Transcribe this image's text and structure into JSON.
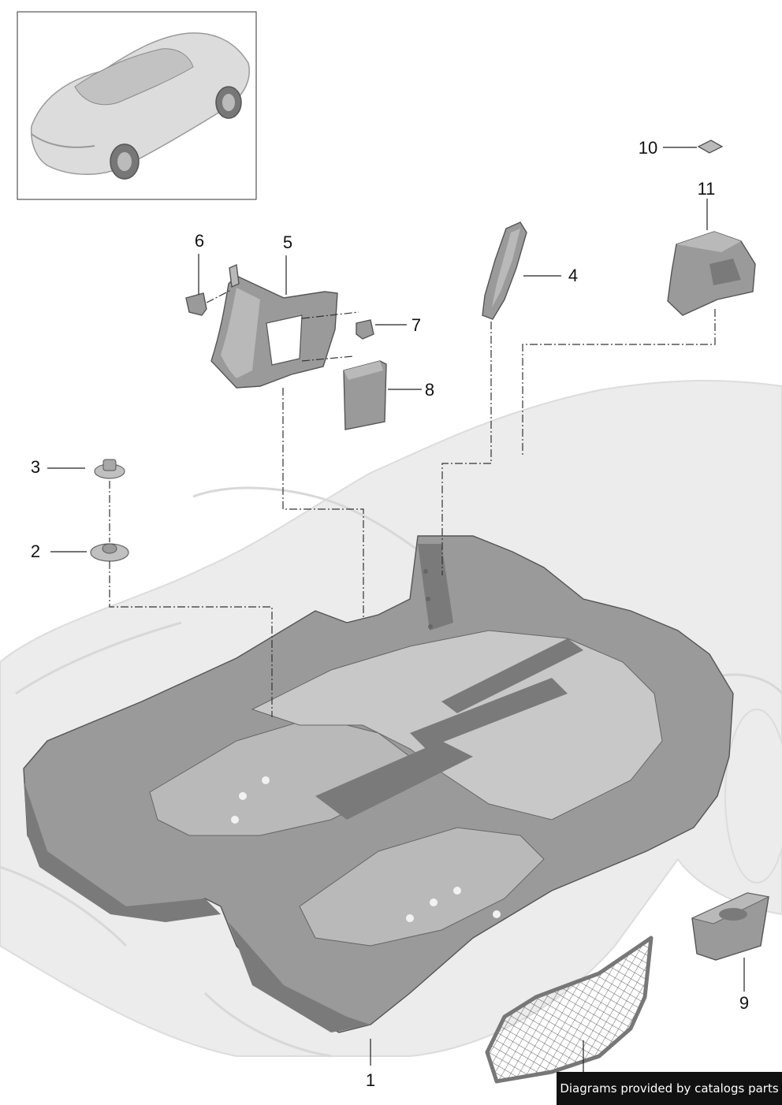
{
  "callouts": {
    "c1": "1",
    "c2": "2",
    "c3": "3",
    "c4": "4",
    "c5": "5",
    "c6": "6",
    "c7": "7",
    "c8": "8",
    "c9": "9",
    "c10": "10",
    "c11": "11"
  },
  "footer": {
    "text": "Diagrams provided by catalogs parts"
  },
  "colors": {
    "footer_background": "#111111",
    "footer_text": "#ffffff",
    "part_fill": "#8a8a8a",
    "ghost_car": "#ececec"
  }
}
